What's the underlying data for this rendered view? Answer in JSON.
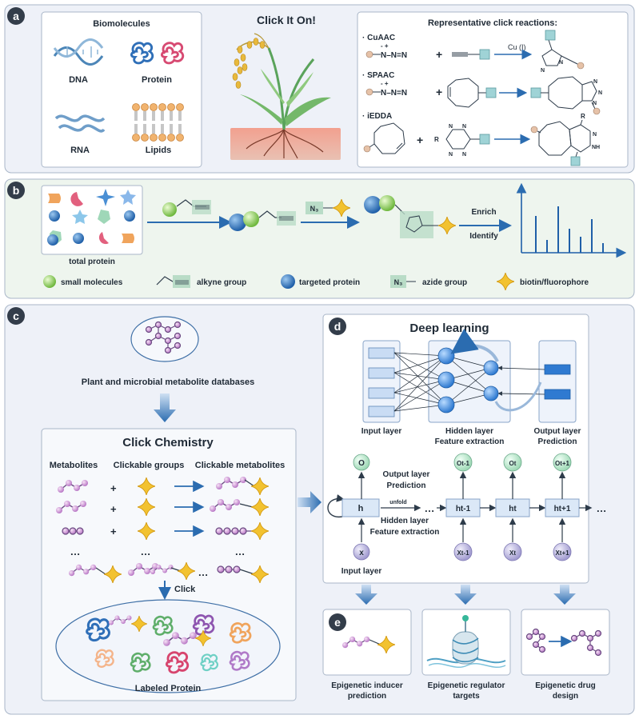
{
  "panel_a": {
    "letter": "a",
    "biomolecules": {
      "title": "Biomolecules",
      "dna": "DNA",
      "protein": "Protein",
      "rna": "RNA",
      "lipids": "Lipids"
    },
    "plant_title": "Click It On!",
    "reactions": {
      "title": "Representative click reactions:",
      "cuaac": "· CuAAC",
      "cu_label": "Cu (I)",
      "spaac": "· SPAAC",
      "iedda": "· iEDDA",
      "plus": "+",
      "azide_charges": "-    +",
      "azide_atoms": "N–N=N",
      "tz_r": "R",
      "nh": "NH",
      "n_atom": "N"
    }
  },
  "panel_b": {
    "letter": "b",
    "total_protein": "total protein",
    "n3": "N₃",
    "enrich": "Enrich",
    "identify": "Identify",
    "legend": {
      "small_molecules": "small molecules",
      "alkyne": "alkyne group",
      "targeted": "targeted protein",
      "n3": "N₃",
      "azide": "azide group",
      "biotin": "biotin/fluorophore"
    }
  },
  "panel_c": {
    "letter": "c",
    "databases": "Plant and microbial metabolite databases",
    "click_chem": {
      "title": "Click Chemistry",
      "col_metabolites": "Metabolites",
      "col_groups": "Clickable groups",
      "col_clickable": "Clickable metabolites",
      "plus": "+",
      "ellipsis": "…",
      "click": "Click",
      "labeled_protein": "Labeled Protein"
    }
  },
  "panel_d": {
    "letter": "d",
    "title": "Deep learning",
    "input_layer": "Input layer",
    "hidden_layer": "Hidden layer",
    "feature_extraction": "Feature extraction",
    "output_layer": "Output layer",
    "prediction": "Prediction",
    "rnn": {
      "o": "O",
      "h": "h",
      "x": "x",
      "unfold": "unfold",
      "dots": "…",
      "o_tm1": "Ot-1",
      "o_t": "Ot",
      "o_tp1": "Ot+1",
      "h_tm1": "ht-1",
      "h_t": "ht",
      "h_tp1": "ht+1",
      "x_tm1": "Xt-1",
      "x_t": "Xt",
      "x_tp1": "Xt+1",
      "output_layer": "Output layer",
      "prediction": "Prediction",
      "hidden_layer": "Hidden layer",
      "feature_extraction": "Feature extraction",
      "input_layer": "Input layer"
    }
  },
  "panel_e": {
    "letter": "e",
    "inducer_1": "Epigenetic inducer",
    "inducer_2": "prediction",
    "regulator_1": "Epigenetic regulator",
    "regulator_2": "targets",
    "drug_1": "Epigenetic drug",
    "drug_2": "design"
  },
  "colors": {
    "panel_bg": "#eef1f8",
    "panel_b_bg": "#eef5ee",
    "border": "#a9b6c8",
    "arrow": "#2b6cb0",
    "star": "#f2c230",
    "molecule": "#d99ad6",
    "blue_ball": "#2f77c5",
    "green_ball": "#8ccc58"
  }
}
